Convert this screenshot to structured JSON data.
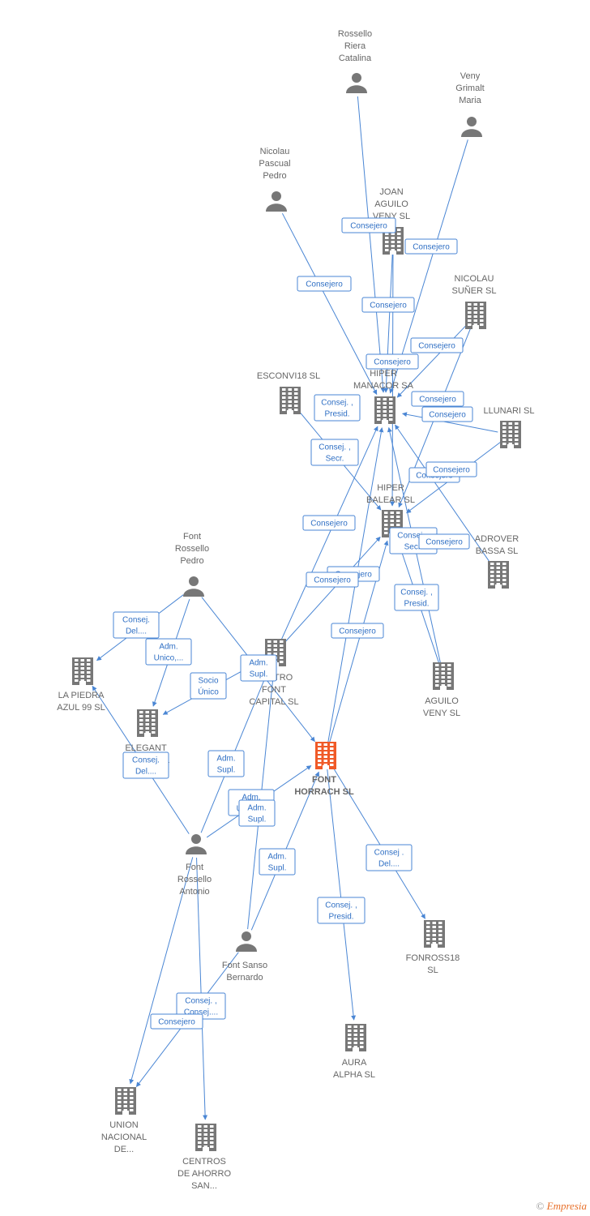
{
  "colors": {
    "edge": "#4a86d4",
    "node": "#777777",
    "focus": "#f05a28",
    "label": "#666666"
  },
  "nodes": [
    {
      "id": "rossello_riera",
      "type": "person",
      "lines": [
        "Rossello",
        "Riera",
        "Catalina"
      ]
    },
    {
      "id": "veny_grimalt",
      "type": "person",
      "lines": [
        "Veny",
        "Grimalt",
        "Maria"
      ]
    },
    {
      "id": "nicolau_pascual",
      "type": "person",
      "lines": [
        "Nicolau",
        "Pascual",
        "Pedro"
      ]
    },
    {
      "id": "joan_aguilo",
      "type": "company",
      "lines": [
        "JOAN",
        "AGUILO",
        "VENY  SL"
      ]
    },
    {
      "id": "nicolau_suner",
      "type": "company",
      "lines": [
        "NICOLAU",
        "SUÑER  SL"
      ]
    },
    {
      "id": "esconvi18",
      "type": "company",
      "lines": [
        "ESCONVI18  SL"
      ]
    },
    {
      "id": "hiper_manacor",
      "type": "company",
      "lines": [
        "HIPER",
        "MANACOR SA"
      ]
    },
    {
      "id": "llunari",
      "type": "company",
      "lines": [
        "LLUNARI  SL"
      ]
    },
    {
      "id": "hiper_balear",
      "type": "company",
      "lines": [
        "HIPER",
        "BALEAR SL"
      ]
    },
    {
      "id": "adrover_bassa",
      "type": "company",
      "lines": [
        "ADROVER",
        "BASSA  SL"
      ]
    },
    {
      "id": "font_rossello_pedro",
      "type": "person",
      "lines": [
        "Font",
        "Rossello",
        "Pedro"
      ]
    },
    {
      "id": "centro_font_capital",
      "type": "company",
      "lines": [
        "CENTRO",
        "FONT",
        "CAPITAL  SL"
      ]
    },
    {
      "id": "la_piedra",
      "type": "company",
      "lines": [
        "LA PIEDRA",
        "AZUL 99 SL"
      ]
    },
    {
      "id": "aguilo_veny",
      "type": "company",
      "lines": [
        "AGUILO",
        "VENY  SL"
      ]
    },
    {
      "id": "elegant",
      "type": "company",
      "lines": [
        "ELEGANT",
        "DESIGN SL"
      ]
    },
    {
      "id": "font_horrach",
      "type": "focus",
      "lines": [
        "FONT",
        "HORRACH  SL"
      ]
    },
    {
      "id": "font_rossello_antonio",
      "type": "person",
      "lines": [
        "Font",
        "Rossello",
        "Antonio"
      ]
    },
    {
      "id": "font_sanso",
      "type": "person",
      "lines": [
        "Font Sanso",
        "Bernardo"
      ]
    },
    {
      "id": "fonross18",
      "type": "company",
      "lines": [
        "FONROSS18",
        "SL"
      ]
    },
    {
      "id": "aura_alpha",
      "type": "company",
      "lines": [
        "AURA",
        "ALPHA  SL"
      ]
    },
    {
      "id": "union_nacional",
      "type": "company",
      "lines": [
        "UNION",
        "NACIONAL",
        "DE..."
      ]
    },
    {
      "id": "centros_ahorro",
      "type": "company",
      "lines": [
        "CENTROS",
        "DE AHORRO",
        "SAN..."
      ]
    }
  ],
  "edges": [
    {
      "from": "rossello_riera",
      "to": "hiper_manacor"
    },
    {
      "from": "veny_grimalt",
      "to": "hiper_manacor"
    },
    {
      "from": "nicolau_pascual",
      "to": "hiper_manacor"
    },
    {
      "from": "joan_aguilo",
      "to": "hiper_manacor"
    },
    {
      "from": "joan_aguilo",
      "to": "hiper_balear"
    },
    {
      "from": "nicolau_suner",
      "to": "hiper_manacor"
    },
    {
      "from": "nicolau_suner",
      "to": "hiper_balear"
    },
    {
      "from": "esconvi18",
      "to": "hiper_balear"
    },
    {
      "from": "llunari",
      "to": "hiper_manacor"
    },
    {
      "from": "llunari",
      "to": "hiper_balear"
    },
    {
      "from": "adrover_bassa",
      "to": "hiper_manacor"
    },
    {
      "from": "aguilo_veny",
      "to": "hiper_manacor"
    },
    {
      "from": "aguilo_veny",
      "to": "hiper_balear"
    },
    {
      "from": "centro_font_capital",
      "to": "hiper_manacor"
    },
    {
      "from": "centro_font_capital",
      "to": "hiper_balear"
    },
    {
      "from": "font_horrach",
      "to": "hiper_manacor"
    },
    {
      "from": "font_horrach",
      "to": "hiper_balear"
    },
    {
      "from": "font_rossello_pedro",
      "to": "la_piedra"
    },
    {
      "from": "font_rossello_pedro",
      "to": "elegant"
    },
    {
      "from": "font_rossello_pedro",
      "to": "font_horrach"
    },
    {
      "from": "centro_font_capital",
      "to": "elegant"
    },
    {
      "from": "font_rossello_antonio",
      "to": "la_piedra"
    },
    {
      "from": "font_rossello_antonio",
      "to": "centro_font_capital"
    },
    {
      "from": "font_rossello_antonio",
      "to": "font_horrach"
    },
    {
      "from": "font_rossello_antonio",
      "to": "union_nacional"
    },
    {
      "from": "font_rossello_antonio",
      "to": "centros_ahorro"
    },
    {
      "from": "font_sanso",
      "to": "centro_font_capital"
    },
    {
      "from": "font_sanso",
      "to": "font_horrach"
    },
    {
      "from": "font_sanso",
      "to": "union_nacional"
    },
    {
      "from": "font_horrach",
      "to": "fonross18"
    },
    {
      "from": "font_horrach",
      "to": "aura_alpha"
    }
  ],
  "relations": [
    {
      "lines": [
        "Consejero"
      ]
    },
    {
      "lines": [
        "Consejero"
      ]
    },
    {
      "lines": [
        "Consejero"
      ]
    },
    {
      "lines": [
        "Consejero"
      ]
    },
    {
      "lines": [
        "Consejero"
      ]
    },
    {
      "lines": [
        "Consejero"
      ]
    },
    {
      "lines": [
        "Consej. ,",
        "Presid."
      ]
    },
    {
      "lines": [
        "Consejero"
      ]
    },
    {
      "lines": [
        "Consejero"
      ]
    },
    {
      "lines": [
        "Consej. ,",
        "Secr."
      ]
    },
    {
      "lines": [
        "Consejero"
      ]
    },
    {
      "lines": [
        "Consejero"
      ]
    },
    {
      "lines": [
        "Consejero"
      ]
    },
    {
      "lines": [
        "Consej. ,",
        "Secr."
      ]
    },
    {
      "lines": [
        "Consejero"
      ]
    },
    {
      "lines": [
        "Consejero"
      ]
    },
    {
      "lines": [
        "Consejero"
      ]
    },
    {
      "lines": [
        "Consej. ,",
        "Presid."
      ]
    },
    {
      "lines": [
        "Consejero"
      ]
    },
    {
      "lines": [
        "Consej.",
        "Del...."
      ]
    },
    {
      "lines": [
        "Adm.",
        "Unico,..."
      ]
    },
    {
      "lines": [
        "Adm.",
        "Supl."
      ]
    },
    {
      "lines": [
        "Socio",
        "Único"
      ]
    },
    {
      "lines": [
        "Consej.",
        "Del...."
      ]
    },
    {
      "lines": [
        "Adm.",
        "Supl."
      ]
    },
    {
      "lines": [
        "Adm.",
        "Unico,..."
      ]
    },
    {
      "lines": [
        "Adm.",
        "Supl."
      ]
    },
    {
      "lines": [
        "Adm.",
        "Supl."
      ]
    },
    {
      "lines": [
        "Consej .",
        "Del...."
      ]
    },
    {
      "lines": [
        "Consej. ,",
        "Presid."
      ]
    },
    {
      "lines": [
        "Consej. ,",
        "Consej...."
      ]
    },
    {
      "lines": [
        "Consejero"
      ]
    }
  ],
  "watermark": {
    "symbol": "©",
    "brand": "Empresia"
  }
}
